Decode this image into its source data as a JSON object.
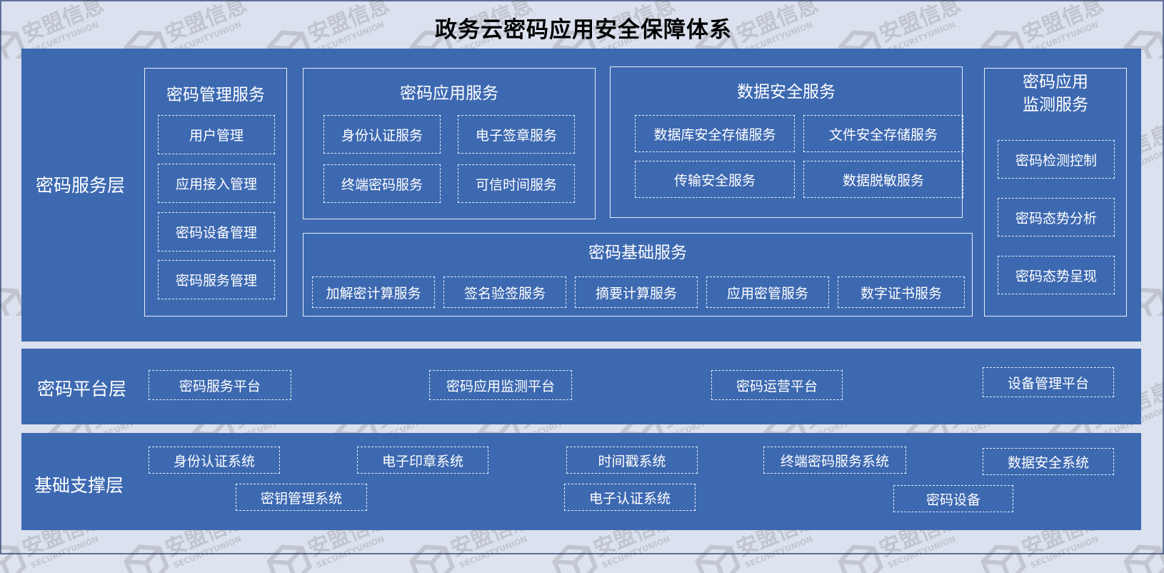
{
  "title": "政务云密码应用安全保障体系",
  "watermark": {
    "cn": "安盟信息",
    "en": "SECURITYUNION"
  },
  "colors": {
    "layer_bg": "#3d69b1",
    "page_bg": "#dbe1ee",
    "line": "#e8eef8"
  },
  "service_layer": {
    "label": "密码服务层",
    "key_mgmt": {
      "title": "密码管理服务",
      "items": [
        "用户管理",
        "应用接入管理",
        "密码设备管理",
        "密码服务管理"
      ]
    },
    "app_services": {
      "title": "密码应用服务",
      "items": [
        "身份认证服务",
        "电子签章服务",
        "终端密码服务",
        "可信时间服务"
      ]
    },
    "data_security": {
      "title": "数据安全服务",
      "items": [
        "数据库安全存储服务",
        "文件安全存储服务",
        "传输安全服务",
        "数据脱敏服务"
      ]
    },
    "monitoring": {
      "title_line1": "密码应用",
      "title_line2": "监测服务",
      "items": [
        "密码检测控制",
        "密码态势分析",
        "密码态势呈现"
      ]
    },
    "basic": {
      "title": "密码基础服务",
      "items": [
        "加解密计算服务",
        "签名验签服务",
        "摘要计算服务",
        "应用密管服务",
        "数字证书服务"
      ]
    }
  },
  "platform_layer": {
    "label": "密码平台层",
    "items": [
      "密码服务平台",
      "密码应用监测平台",
      "密码运营平台",
      "设备管理平台"
    ]
  },
  "support_layer": {
    "label": "基础支撑层",
    "items": [
      "身份认证系统",
      "电子印章系统",
      "时间戳系统",
      "终端密码服务系统",
      "数据安全系统",
      "密钥管理系统",
      "电子认证系统",
      "密码设备"
    ]
  }
}
